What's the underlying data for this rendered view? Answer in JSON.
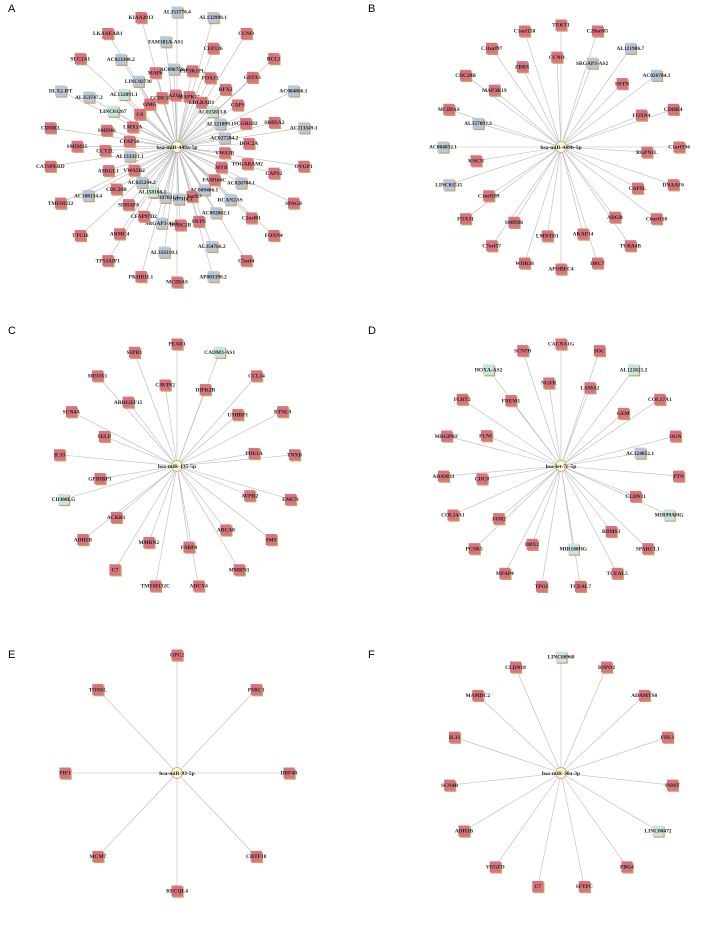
{
  "colors": {
    "mrna": "#d9747c",
    "lnc": "#b9c8d6",
    "other": "#c8e6dc",
    "hub_fill": "#fff8de",
    "hub_stroke": "#cfa658",
    "shadow": "#c9a166",
    "edge": "#b9b9b9"
  },
  "panels": [
    {
      "letter": "A",
      "hub": "hsa-miR-449a-5p",
      "nodes": [
        [
          "AL353770.4",
          "lnc"
        ],
        [
          "AL132990.1",
          "lnc"
        ],
        [
          "CCNO",
          "mrna"
        ],
        [
          "BCL2",
          "mrna"
        ],
        [
          "AC004866.1",
          "lnc"
        ],
        [
          "AC113349.1",
          "lnc"
        ],
        [
          "OVGP1",
          "mrna"
        ],
        [
          "SPAG8",
          "mrna"
        ],
        [
          "FOXN4",
          "mrna"
        ],
        [
          "C5orf4",
          "mrna"
        ],
        [
          "AP003390.2",
          "lnc"
        ],
        [
          "MCIDAS",
          "mrna"
        ],
        [
          "PKHD1L1",
          "mrna"
        ],
        [
          "TP53AIP1",
          "mrna"
        ],
        [
          "TTC16",
          "mrna"
        ],
        [
          "TMEM232",
          "mrna"
        ],
        [
          "CATSPERD",
          "mrna"
        ],
        [
          "CDHR3",
          "mrna"
        ],
        [
          "DLX2-DT",
          "lnc"
        ],
        [
          "SLC2A1",
          "mrna"
        ],
        [
          "LKAAEAR1",
          "mrna"
        ],
        [
          "KIAA2013",
          "mrna"
        ],
        [
          "CEP126",
          "mrna"
        ],
        [
          "GSTA3",
          "mrna"
        ],
        [
          "SRD5A2",
          "mrna"
        ],
        [
          "CAPS2",
          "mrna"
        ],
        [
          "C2orf81",
          "mrna"
        ],
        [
          "AL354766.2",
          "lnc"
        ],
        [
          "AL356310.1",
          "lnc"
        ],
        [
          "ARMC4",
          "mrna"
        ],
        [
          "AC108134.4",
          "lnc"
        ],
        [
          "SMIM35",
          "mrna"
        ],
        [
          "AL353747.2",
          "lnc"
        ],
        [
          "AC023300.2",
          "lnc"
        ],
        [
          "FAM181A-AS1",
          "lnc"
        ],
        [
          "RFX2",
          "mrna"
        ],
        [
          "CAPS",
          "mrna"
        ],
        [
          "SCGB1D2",
          "mrna"
        ],
        [
          "DOC2A",
          "mrna"
        ],
        [
          "TOGARAM2",
          "mrna"
        ],
        [
          "AC026704.1",
          "lnc"
        ],
        [
          "RCAN2AS",
          "lnc"
        ],
        [
          "AC092802.1",
          "lnc"
        ],
        [
          "SNTN",
          "mrna"
        ],
        [
          "DCDC2B",
          "mrna"
        ],
        [
          "SRGAP3-AS2",
          "lnc"
        ],
        [
          "CFAP97D2",
          "mrna"
        ],
        [
          "SDHAF8",
          "mrna"
        ],
        [
          "CDC20B",
          "mrna"
        ],
        [
          "ASRGL1",
          "mrna"
        ],
        [
          "CCT2L",
          "mrna"
        ],
        [
          "SMIM6",
          "mrna"
        ],
        [
          "LINC01267",
          "other"
        ],
        [
          "AL132891.1",
          "other"
        ],
        [
          "LINC02730",
          "lnc"
        ],
        [
          "MAP6",
          "mrna"
        ],
        [
          "AC096759.1",
          "lnc"
        ],
        [
          "PIP5K1PL",
          "mrna"
        ],
        [
          "FOXJ1",
          "mrna"
        ],
        [
          "AL121899.1",
          "lnc"
        ],
        [
          "AC027284.2",
          "lnc"
        ],
        [
          "VWA3B",
          "mrna"
        ],
        [
          "MYB",
          "mrna"
        ],
        [
          "FAM166C",
          "mrna"
        ],
        [
          "AC069466.1",
          "lnc"
        ],
        [
          "C3orf97",
          "mrna"
        ],
        [
          "AC107914.1",
          "lnc"
        ],
        [
          "AC107021.1",
          "lnc"
        ],
        [
          "AL158168.1",
          "other"
        ],
        [
          "AC025244.2",
          "lnc"
        ],
        [
          "VWA5B2",
          "mrna"
        ],
        [
          "AL133331.1",
          "lnc"
        ],
        [
          "CFAP58",
          "mrna"
        ],
        [
          "LMX1A",
          "mrna"
        ],
        [
          "C6",
          "mrna"
        ],
        [
          "OMG",
          "mrna"
        ],
        [
          "CCDC188",
          "mrna"
        ],
        [
          "AZU1",
          "mrna"
        ],
        [
          "MAPK15",
          "mrna"
        ],
        [
          "LDLRAD1",
          "mrna"
        ],
        [
          "AC015813.8",
          "other"
        ]
      ]
    },
    {
      "letter": "B",
      "hub": "hsa-miR-449b-5p",
      "nodes": [
        [
          "TEKT1",
          "mrna"
        ],
        [
          "C20orf85",
          "mrna"
        ],
        [
          "AL121986.7",
          "lnc"
        ],
        [
          "AC026704.1",
          "lnc"
        ],
        [
          "CDHR4",
          "mrna"
        ],
        [
          "C1orf194",
          "mrna"
        ],
        [
          "DNAAF6",
          "mrna"
        ],
        [
          "C6orf118",
          "mrna"
        ],
        [
          "TUBA4B",
          "mrna"
        ],
        [
          "DRC7",
          "mrna"
        ],
        [
          "APOBEC4",
          "mrna"
        ],
        [
          "WDR38",
          "mrna"
        ],
        [
          "C7orf57",
          "mrna"
        ],
        [
          "FOXJ1",
          "mrna"
        ],
        [
          "LINC01515",
          "lnc"
        ],
        [
          "AC004832.1",
          "lnc"
        ],
        [
          "MCIDAS",
          "mrna"
        ],
        [
          "CDC20B",
          "mrna"
        ],
        [
          "C11orf97",
          "mrna"
        ],
        [
          "C1orf158",
          "mrna"
        ],
        [
          "SRGAP3-AS2",
          "lnc"
        ],
        [
          "SNTN",
          "mrna"
        ],
        [
          "FOXN4",
          "mrna"
        ],
        [
          "RGPN1L",
          "mrna"
        ],
        [
          "CAPSL",
          "mrna"
        ],
        [
          "ADGB",
          "mrna"
        ],
        [
          "AKAP14",
          "mrna"
        ],
        [
          "LMNTD1",
          "mrna"
        ],
        [
          "SMIM6",
          "mrna"
        ],
        [
          "C1orf189",
          "mrna"
        ],
        [
          "KNCN",
          "mrna"
        ],
        [
          "AL357093.2",
          "lnc"
        ],
        [
          "MAP3K19",
          "mrna"
        ],
        [
          "ZBBX",
          "mrna"
        ],
        [
          "CCNO",
          "mrna"
        ]
      ]
    },
    {
      "letter": "C",
      "hub": "hsa-miR-135-5p",
      "nodes": [
        [
          "PEAR1",
          "mrna"
        ],
        [
          "CADM3-AS1",
          "other"
        ],
        [
          "CCL14",
          "mrna"
        ],
        [
          "BTNL9",
          "mrna"
        ],
        [
          "TNXB",
          "mrna"
        ],
        [
          "EMCN",
          "mrna"
        ],
        [
          "SMS",
          "mrna"
        ],
        [
          "MMRN1",
          "mrna"
        ],
        [
          "ADCY4",
          "mrna"
        ],
        [
          "TMEM132C",
          "mrna"
        ],
        [
          "C7",
          "mrna"
        ],
        [
          "ADH1B",
          "mrna"
        ],
        [
          "CD300LG",
          "other"
        ],
        [
          "IL33",
          "mrna"
        ],
        [
          "SCN4A",
          "mrna"
        ],
        [
          "MEOX1",
          "mrna"
        ],
        [
          "S1PR1",
          "mrna"
        ],
        [
          "DIPK2B",
          "mrna"
        ],
        [
          "USHBP1",
          "mrna"
        ],
        [
          "PDE1A",
          "mrna"
        ],
        [
          "AVPR2",
          "mrna"
        ],
        [
          "ABCA8",
          "mrna"
        ],
        [
          "FABP4",
          "mrna"
        ],
        [
          "MMRN2",
          "mrna"
        ],
        [
          "ACKR1",
          "mrna"
        ],
        [
          "GPIHBP1",
          "mrna"
        ],
        [
          "SELP",
          "mrna"
        ],
        [
          "ARHGEF15",
          "mrna"
        ],
        [
          "CAVIN2",
          "mrna"
        ]
      ]
    },
    {
      "letter": "D",
      "hub": "hsa-let-7c-5p",
      "nodes": [
        [
          "CACNA1G",
          "mrna"
        ],
        [
          "SOC",
          "mrna"
        ],
        [
          "AL121821.2",
          "other"
        ],
        [
          "COL17A1",
          "mrna"
        ],
        [
          "OGN",
          "mrna"
        ],
        [
          "PTN",
          "mrna"
        ],
        [
          "MIR99AHG",
          "other"
        ],
        [
          "SPARCL1",
          "mrna"
        ],
        [
          "TCEAL5",
          "mrna"
        ],
        [
          "TCEAL7",
          "mrna"
        ],
        [
          "TPO2",
          "mrna"
        ],
        [
          "MFAP4",
          "mrna"
        ],
        [
          "PCSK5",
          "mrna"
        ],
        [
          "COL14A1",
          "mrna"
        ],
        [
          "ADAM33",
          "mrna"
        ],
        [
          "MRGPRF",
          "mrna"
        ],
        [
          "FLRT2",
          "mrna"
        ],
        [
          "HOXA-AS2",
          "other"
        ],
        [
          "SCN7B",
          "mrna"
        ],
        [
          "LAMA2",
          "mrna"
        ],
        [
          "GEM",
          "mrna"
        ],
        [
          "AC124852.1",
          "lnc"
        ],
        [
          "CLDN11",
          "mrna"
        ],
        [
          "RBMS3",
          "mrna"
        ],
        [
          "MIR100HG",
          "other"
        ],
        [
          "DBX2",
          "mrna"
        ],
        [
          "JAM2",
          "mrna"
        ],
        [
          "CDC8",
          "mrna"
        ],
        [
          "FLNC",
          "mrna"
        ],
        [
          "FREM1",
          "mrna"
        ],
        [
          "NGFR",
          "mrna"
        ]
      ]
    },
    {
      "letter": "E",
      "hub": "hsa-miR-93-5p",
      "nodes": [
        [
          "GPC2",
          "mrna"
        ],
        [
          "PSRC1",
          "mrna"
        ],
        [
          "DBF4B",
          "mrna"
        ],
        [
          "CHTF18",
          "mrna"
        ],
        [
          "RECQL4",
          "mrna"
        ],
        [
          "MCM7",
          "mrna"
        ],
        [
          "PIF1",
          "mrna"
        ],
        [
          "TONSL",
          "mrna"
        ]
      ]
    },
    {
      "letter": "F",
      "hub": "hsa-miR-30a-3p",
      "nodes": [
        [
          "LINC00968",
          "other"
        ],
        [
          "RSPO2",
          "mrna"
        ],
        [
          "ADAMTS8",
          "mrna"
        ],
        [
          "FHL1",
          "mrna"
        ],
        [
          "INMT",
          "mrna"
        ],
        [
          "LINC00472",
          "other"
        ],
        [
          "FBG4",
          "mrna"
        ],
        [
          "SFTPC",
          "mrna"
        ],
        [
          "C7",
          "mrna"
        ],
        [
          "VEGFD",
          "mrna"
        ],
        [
          "ADH1B",
          "mrna"
        ],
        [
          "SCN4B",
          "mrna"
        ],
        [
          "IL33",
          "mrna"
        ],
        [
          "MAMDC2",
          "mrna"
        ],
        [
          "CLDN18",
          "mrna"
        ]
      ]
    }
  ]
}
